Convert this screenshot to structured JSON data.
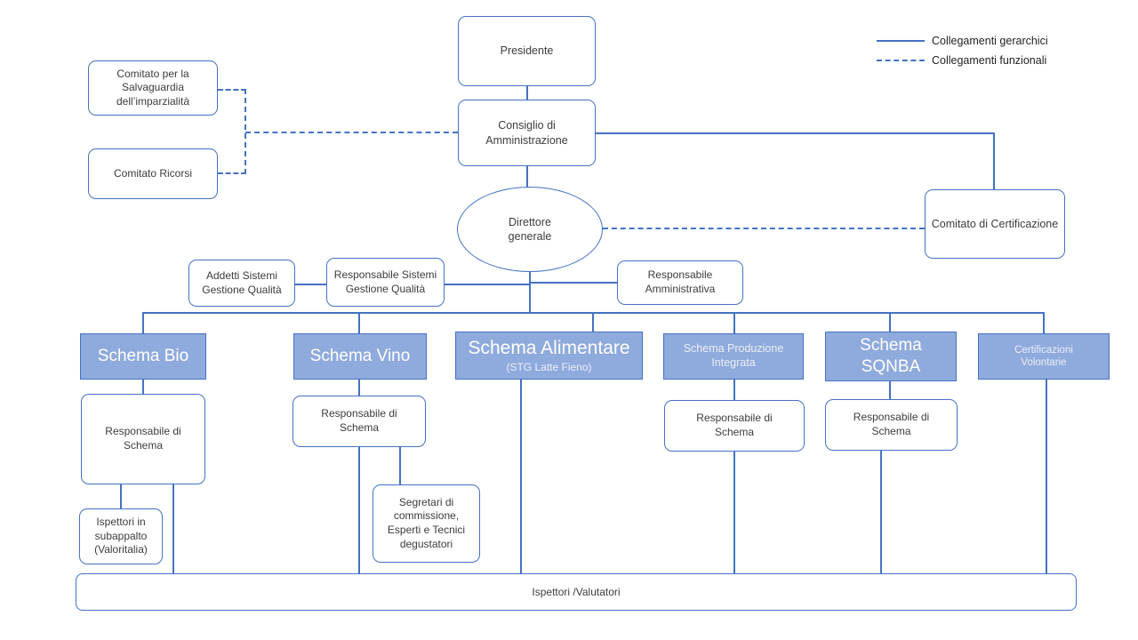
{
  "legend": {
    "hierarchical": "Collegamenti gerarchici",
    "functional": "Collegamenti funzionali"
  },
  "colors": {
    "line": "#4472C4",
    "box_border": "#4472C4",
    "schema_fill": "#8FAADC",
    "schema_text": "#FFFFFF",
    "body_text": "#3C3C40"
  },
  "nodes": {
    "presidente": "Presidente",
    "consiglio": "Consiglio di Amministrazione",
    "comitato_salvaguardia": "Comitato per la Salvaguardia dell’imparzialità",
    "comitato_ricorsi": "Comitato Ricorsi",
    "comitato_certificazione": "Comitato di Certificazione",
    "direttore_generale": "Direttore generale",
    "addetti_sgq": "Addetti Sistemi Gestione Qualità",
    "resp_sgq": "Responsabile Sistemi Gestione Qualità",
    "resp_amministrativa": "Responsabile Amministrativa",
    "schema_bio": "Schema Bio",
    "schema_vino": "Schema Vino",
    "schema_alimentare": "Schema Alimentare",
    "schema_alimentare_sub": "(STG Latte Fieno)",
    "schema_produzione_integrata": "Schema Produzione Integrata",
    "schema_sqnba": "Schema SQNBA",
    "certificazioni_volontarie": "Certificazioni Volontarie",
    "resp_schema": "Responsabile di Schema",
    "ispettori_subappalto": "Ispettori in subappalto (Valoritalia)",
    "segretari": "Segretari di commissione, Esperti e Tecnici degustatori",
    "ispettori_valutatori": "Ispettori /Valutatori"
  }
}
